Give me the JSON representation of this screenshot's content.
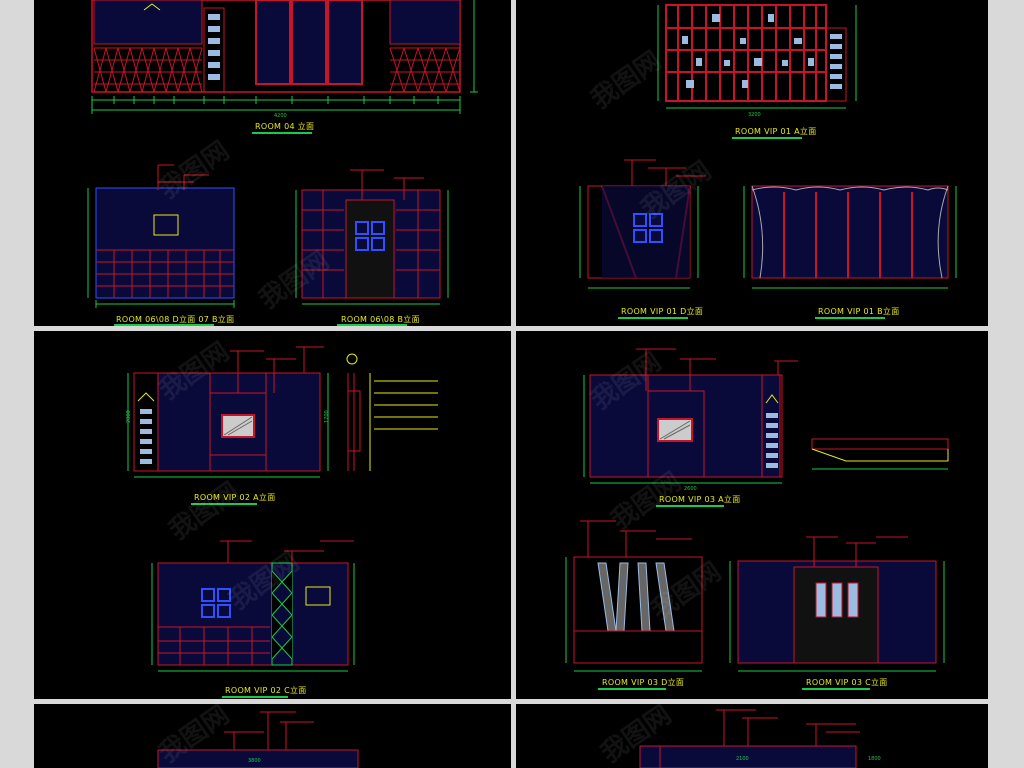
{
  "captions": {
    "room04": "ROOM 04 立面",
    "room0608b": "ROOM 06\\08 D立面 07 B立面",
    "room0608c": "ROOM 06\\08 B立面",
    "vip01a": "ROOM VIP 01 A立面",
    "vip01d": "ROOM VIP 01 D立面",
    "vip01b": "ROOM VIP 01 B立面",
    "vip02a": "ROOM VIP 02 A立面",
    "vip02c": "ROOM VIP 02 C立面",
    "vip03a": "ROOM VIP 03 A立面",
    "vip03d": "ROOM VIP 03 D立面",
    "vip03c": "ROOM VIP 03 C立面"
  },
  "dims": {
    "p1_total": "4200",
    "p2_total": "3200",
    "p3_left": "2000",
    "p3_right": "1700",
    "p4_total": "2600",
    "p5_total": "3800",
    "p6_total": "2100",
    "p6_right": "1800"
  },
  "watermark": "我图网",
  "colors": {
    "background": "#000000",
    "frame": "#d9d9d9",
    "wall_red": "#c8142a",
    "dim_green": "#19c94a",
    "cap_yellow": "#e8e81a",
    "accent_blue": "#2e50ff"
  }
}
